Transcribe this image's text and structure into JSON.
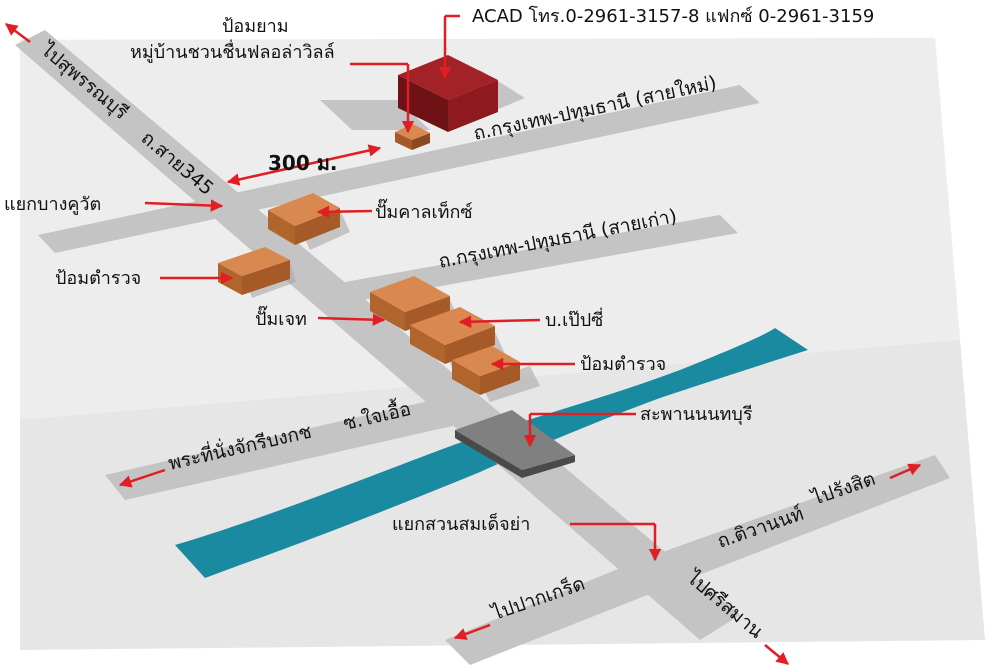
{
  "contact": "ACAD โทร.0-2961-3157-8 แฟกซ์ 0-2961-3159",
  "distance": "300 ม.",
  "roads": {
    "suphan": "ไปสุพรรณบุรี",
    "sai345": "ถ.สาย345",
    "krungthep_new": "ถ.กรุงเทพ-ปทุมธานี (สายใหม่)",
    "krungthep_old": "ถ.กรุงเทพ-ปทุมธานี (สายเก่า)",
    "chaiua": "ซ.ใจเอื้อ",
    "pranangklao": "พระที่นั่งจักรีบงกช",
    "tiwanon": "ถ.ติวานนท์",
    "rangsit": "ไปรังสิต",
    "pakkret": "ไปปากเกร็ด",
    "srisaman": "ไปศรีสมาน"
  },
  "landmarks": {
    "village_guard": "ป้อมยาม",
    "village": "หมู่บ้านชวนชื่นฟลอล่าวิลล์",
    "bang_khu_wat": "แยกบางคูวัต",
    "caltex": "ปั๊มคาลเท็กซ์",
    "police1": "ป้อมตำรวจ",
    "jet": "ปั๊มเจท",
    "pepsi": "บ.เป๊ปซี่",
    "police2": "ป้อมตำรวจ",
    "bridge": "สะพานนนทบุรี",
    "suan_som_det": "แยกสวนสมเด็จย่า"
  },
  "colors": {
    "ground": "#e8e8e8",
    "road": "#c4c4c4",
    "river": "#1a8aa0",
    "building_top": "#d98850",
    "building_side": "#a55a28",
    "target": "#8e1a1f",
    "arrow": "#e01e24",
    "bridge": "#808080"
  }
}
